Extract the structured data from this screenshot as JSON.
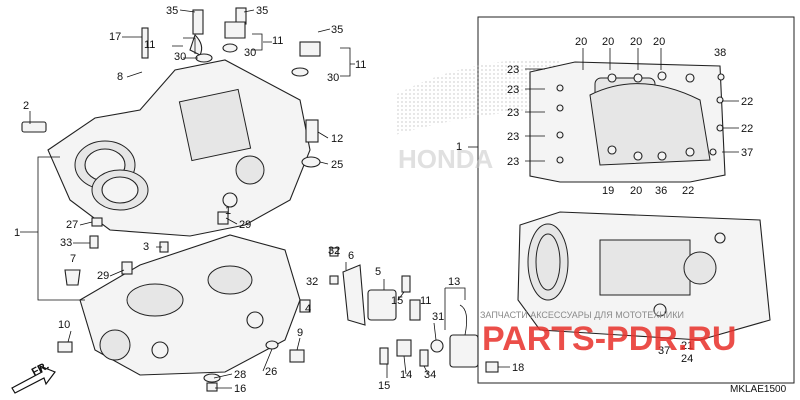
{
  "diagram": {
    "code": "MKLAE1500",
    "direction_label": "FR.",
    "watermark": {
      "brand": "HONDA",
      "site": "PARTS-PDR.RU",
      "caption": "ЗАПЧАСТИ АКСЕССУАРЫ ДЛЯ МОТОТЕХНИКИ",
      "red": "#e8302a",
      "gray": "#cfcfcf"
    },
    "callouts_left": [
      "35",
      "35",
      "17",
      "11",
      "30",
      "11",
      "30",
      "35",
      "30",
      "11",
      "8",
      "2",
      "1",
      "12",
      "25",
      "27",
      "29",
      "33",
      "3",
      "1",
      "29",
      "7",
      "32",
      "6",
      "32",
      "5",
      "15",
      "4",
      "11",
      "31",
      "13",
      "10",
      "9",
      "26",
      "28",
      "16",
      "14",
      "15",
      "34",
      "18"
    ],
    "callouts_right": [
      "20",
      "20",
      "20",
      "20",
      "38",
      "23",
      "23",
      "22",
      "23",
      "22",
      "23",
      "1",
      "23",
      "37",
      "19",
      "20",
      "36",
      "22",
      "37",
      "21",
      "24"
    ]
  }
}
